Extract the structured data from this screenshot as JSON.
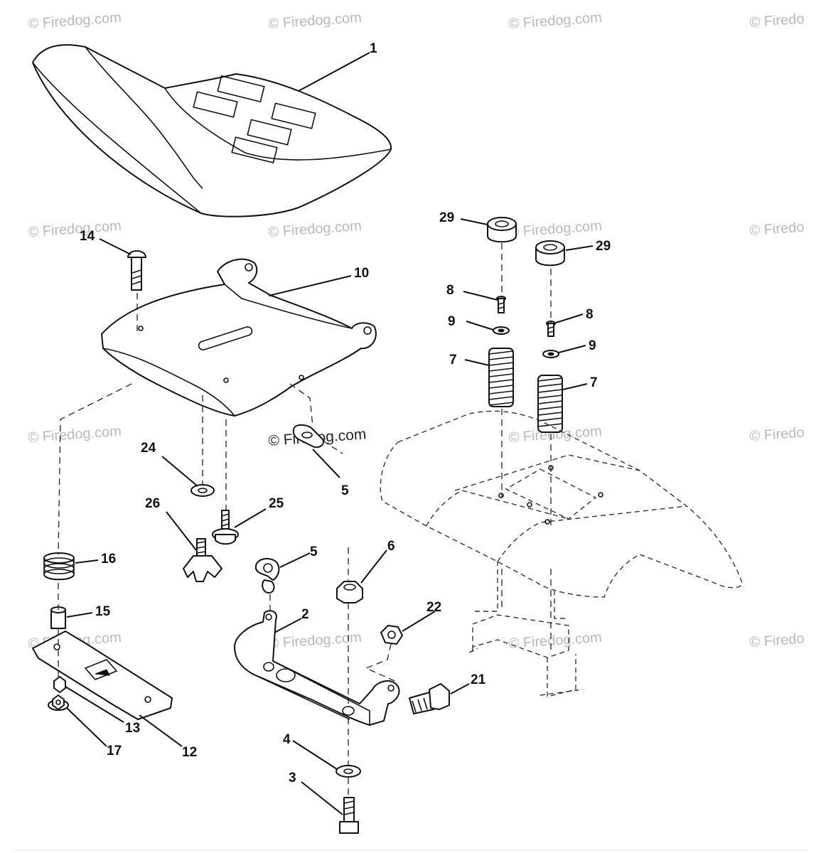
{
  "watermark": {
    "text": "© Firedog.com",
    "text_partial": "© Firedo",
    "center_text": "© Firedog.com"
  },
  "callouts": [
    "1",
    "14",
    "10",
    "29",
    "29",
    "8",
    "8",
    "9",
    "9",
    "7",
    "7",
    "24",
    "26",
    "25",
    "5",
    "5",
    "16",
    "15",
    "6",
    "22",
    "2",
    "21",
    "13",
    "17",
    "12",
    "4",
    "3"
  ]
}
